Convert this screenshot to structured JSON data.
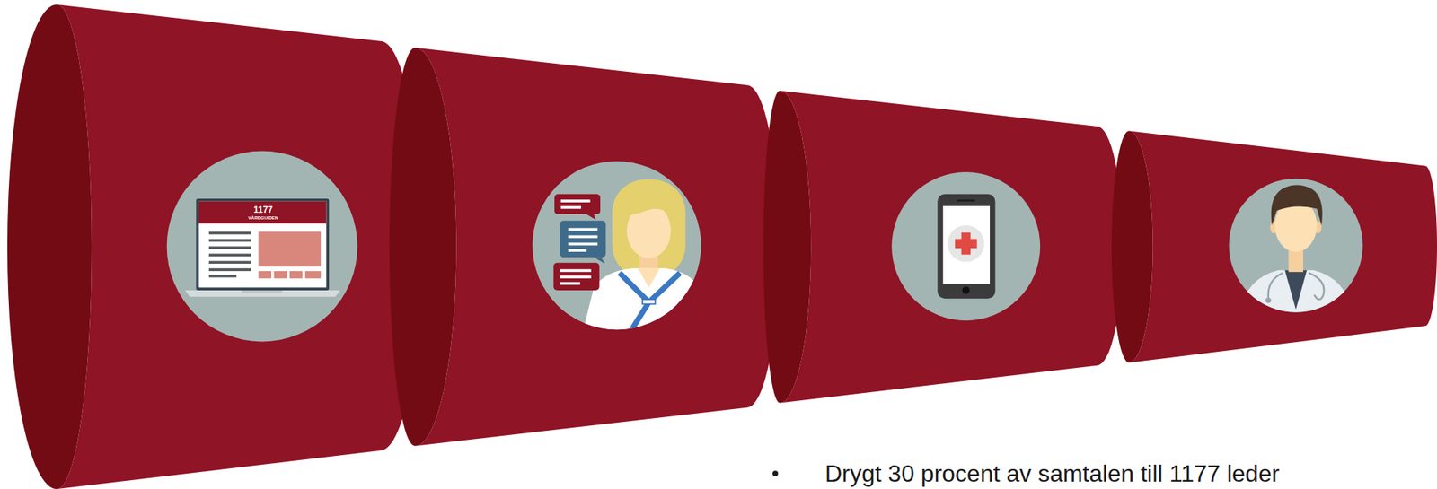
{
  "diagram": {
    "labels": [
      "1177",
      "VÅRDGUIDEN",
      "Drygt 30 procent av samtalen till 1177 leder"
    ]
  }
}
